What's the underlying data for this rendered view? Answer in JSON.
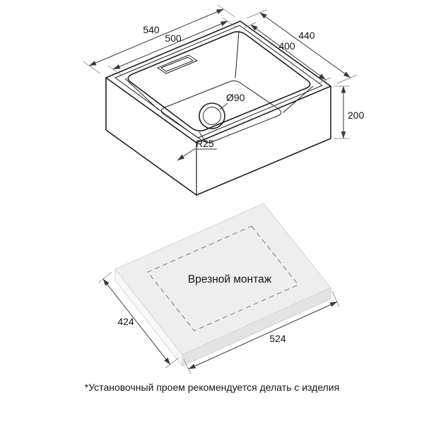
{
  "sink_view": {
    "dims": {
      "outer_width": "540",
      "inner_width": "500",
      "outer_depth": "440",
      "inner_depth": "400",
      "height": "200",
      "drain_diameter": "Ø90",
      "corner_radius": "R25"
    }
  },
  "mount_view": {
    "label": "Врезной монтаж",
    "cutout_depth": "424",
    "cutout_width": "524"
  },
  "footnote": "*Установочный проем рекомендуется делать с изделия"
}
